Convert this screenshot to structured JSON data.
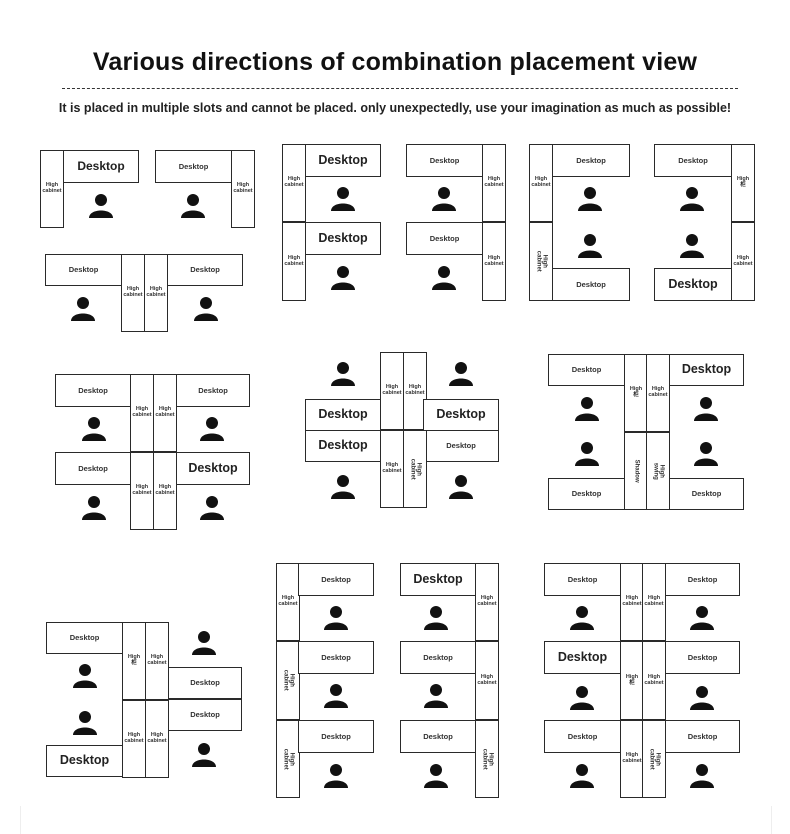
{
  "title": "Various directions of combination placement view",
  "subtitle": "It is placed in multiple slots and cannot be placed. only unexpectedly, use your imagination as much as possible!",
  "labels": {
    "desktop": "Desktop",
    "desktop_alt": "Desktop",
    "high_cabinet": "High cabinet",
    "high_cabinet_stack": "High\ncabinet",
    "high_char": "High\n柜",
    "high_cabinet_rot": "High cabinet",
    "shadow": "Shadow",
    "high_swing": "High swing"
  },
  "icons": {
    "person": "person-silhouette-icon"
  },
  "colors": {
    "line": "#2a2a2a",
    "text": "#333333",
    "background": "#ffffff"
  }
}
